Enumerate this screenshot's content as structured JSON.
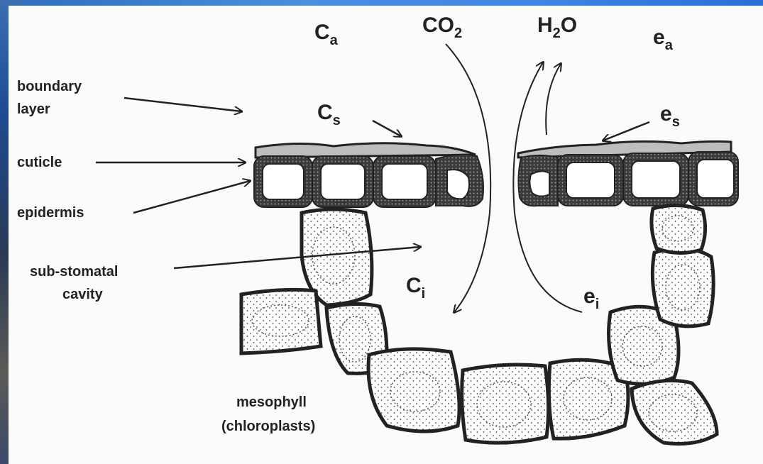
{
  "labels": {
    "ca_main": "C",
    "ca_sub": "a",
    "co2_main": "CO",
    "co2_sub": "2",
    "h2o_h": "H",
    "h2o_sub": "2",
    "h2o_o": "O",
    "ea_main": "e",
    "ea_sub": "a",
    "cs_main": "C",
    "cs_sub": "s",
    "es_main": "e",
    "es_sub": "s",
    "ci_main": "C",
    "ci_sub": "i",
    "ei_main": "e",
    "ei_sub": "i",
    "boundary_line1": "boundary",
    "boundary_line2": "layer",
    "cuticle": "cuticle",
    "epidermis": "epidermis",
    "cavity_line1": "sub-stomatal",
    "cavity_line2": "cavity",
    "mesophyll_line1": "mesophyll",
    "mesophyll_line2": "(chloroplasts)"
  },
  "colors": {
    "ink": "#222222",
    "paper": "#fbfbf9",
    "cuticle_fill": "#bdbdbd",
    "cell_fill": "#ffffff",
    "border_blue": "#1a3d7a"
  }
}
